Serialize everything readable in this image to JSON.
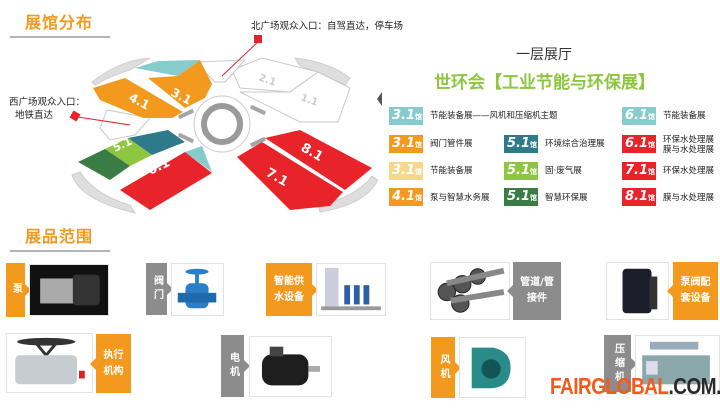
{
  "sections": {
    "layout_title": "展馆分布",
    "products_title": "展品范围"
  },
  "entrances": {
    "north": "北广场观众入口：自驾直达，停车场",
    "west_line1": "西广场观众入口：",
    "west_line2": "地铁直达"
  },
  "hall": {
    "floor": "一层展厅",
    "exhibition": "世环会【工业节能与环保展】"
  },
  "map_halls": [
    {
      "id": "4.1",
      "color": "#f39a1e"
    },
    {
      "id": "3.1",
      "color": "#f39a1e"
    },
    {
      "id": "2.1",
      "color": "#ffffff"
    },
    {
      "id": "1.1",
      "color": "#ffffff"
    },
    {
      "id": "5.1",
      "color": "#2f7a8a"
    },
    {
      "id": "6.1",
      "color": "#e8232a"
    },
    {
      "id": "7.1",
      "color": "#e8232a"
    },
    {
      "id": "8.1",
      "color": "#e8232a"
    }
  ],
  "hall_unit": "馆",
  "legend": [
    {
      "hall": "3.1",
      "color": "#86cccc",
      "label": "节能装备展——风机和压缩机主题"
    },
    {
      "hall": "3.1",
      "color": "#f39a1e",
      "label": "阀门管件展"
    },
    {
      "hall": "3.1",
      "color": "#f5d88a",
      "label": "节能装备展"
    },
    {
      "hall": "4.1",
      "color": "#f39a1e",
      "label": "泵与智慧水务展"
    },
    {
      "hall": "5.1",
      "color": "#2f7a8a",
      "label": "环境综合治理展"
    },
    {
      "hall": "5.1",
      "color": "#8dc63f",
      "label": "固·废气展"
    },
    {
      "hall": "5.1",
      "color": "#3a7d44",
      "label": "智慧环保展"
    },
    {
      "hall": "6.1",
      "color": "#86cccc",
      "label": "节能装备展"
    },
    {
      "hall": "6.1",
      "color": "#e8232a",
      "label": "环保水处理展",
      "label2": "膜与水处理展"
    },
    {
      "hall": "7.1",
      "color": "#e8232a",
      "label": "环保水处理展"
    },
    {
      "hall": "8.1",
      "color": "#e8232a",
      "label": "膜与水处理展"
    }
  ],
  "products": {
    "pump": "泵",
    "valve": "阀门",
    "water_supply": "智能供水设备",
    "pipes": "管道/管接件",
    "pump_valve_parts": "泵阀配套设备",
    "actuator": "执行机构",
    "motor": "电机",
    "fan": "风机",
    "compressor": "压缩机"
  },
  "brand": {
    "part1": "FAIRGLOBAL",
    "part2": ".COM.CN"
  }
}
